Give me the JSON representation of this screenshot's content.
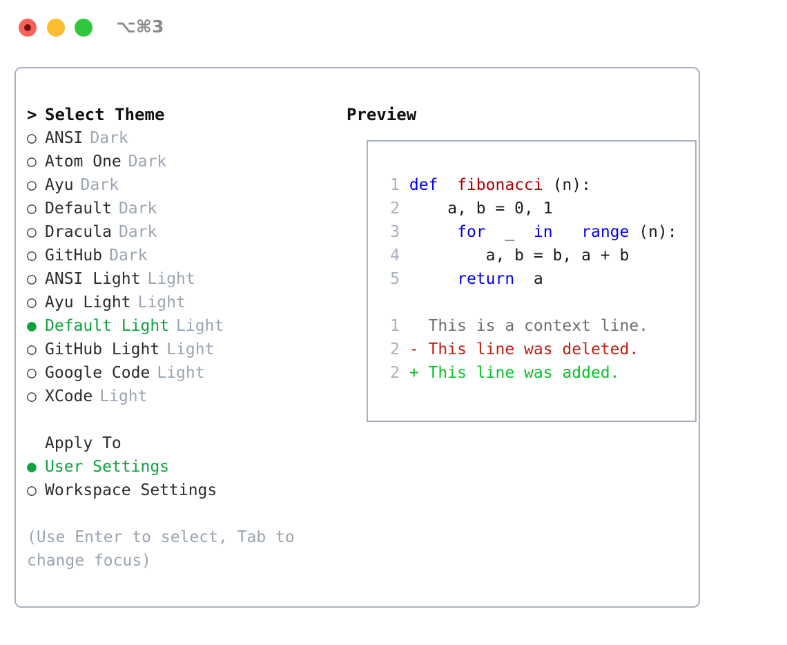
{
  "titlebar": {
    "shortcut": "⌥⌘3",
    "buttons": [
      {
        "name": "close",
        "color": "#fc6058"
      },
      {
        "name": "minimize",
        "color": "#fcbc2f"
      },
      {
        "name": "maximize",
        "color": "#2dc840"
      }
    ]
  },
  "theme_picker": {
    "header": "Select Theme",
    "caret": ">",
    "bullet_off": "○",
    "bullet_on": "●",
    "items": [
      {
        "name": "ANSI",
        "tag": "Dark",
        "selected": false
      },
      {
        "name": "Atom One",
        "tag": "Dark",
        "selected": false
      },
      {
        "name": "Ayu",
        "tag": "Dark",
        "selected": false
      },
      {
        "name": "Default",
        "tag": "Dark",
        "selected": false
      },
      {
        "name": "Dracula",
        "tag": "Dark",
        "selected": false
      },
      {
        "name": "GitHub",
        "tag": "Dark",
        "selected": false
      },
      {
        "name": "ANSI Light",
        "tag": "Light",
        "selected": false
      },
      {
        "name": "Ayu Light",
        "tag": "Light",
        "selected": false
      },
      {
        "name": "Default Light",
        "tag": "Light",
        "selected": true
      },
      {
        "name": "GitHub Light",
        "tag": "Light",
        "selected": false
      },
      {
        "name": "Google Code",
        "tag": "Light",
        "selected": false
      },
      {
        "name": "XCode",
        "tag": "Light",
        "selected": false
      }
    ]
  },
  "apply_to": {
    "label": "Apply To",
    "options": [
      {
        "name": "User Settings",
        "selected": true
      },
      {
        "name": "Workspace Settings",
        "selected": false
      }
    ]
  },
  "hint": "(Use Enter to select, Tab to change focus)",
  "preview": {
    "title": "Preview",
    "code_lines": [
      {
        "no": "1",
        "tokens": [
          {
            "t": "def ",
            "c": "kw"
          },
          {
            "t": "fibonacci",
            "c": "fn"
          },
          {
            "t": "(n):",
            "c": "plain"
          }
        ]
      },
      {
        "no": "2",
        "tokens": [
          {
            "t": "    a, b = 0, 1",
            "c": "plain"
          }
        ]
      },
      {
        "no": "3",
        "tokens": [
          {
            "t": "    ",
            "c": "plain"
          },
          {
            "t": "for",
            "c": "kw"
          },
          {
            "t": " _ ",
            "c": "plain"
          },
          {
            "t": "in",
            "c": "kw"
          },
          {
            "t": " ",
            "c": "plain"
          },
          {
            "t": "range",
            "c": "kw"
          },
          {
            "t": "(n):",
            "c": "plain"
          }
        ]
      },
      {
        "no": "4",
        "tokens": [
          {
            "t": "        a, b = b, a + b",
            "c": "plain"
          }
        ]
      },
      {
        "no": "5",
        "tokens": [
          {
            "t": "    ",
            "c": "plain"
          },
          {
            "t": "return",
            "c": "kw"
          },
          {
            "t": " a",
            "c": "plain"
          }
        ]
      }
    ],
    "diff_lines": [
      {
        "no": "1",
        "marker": " ",
        "text": "  This is a context line.",
        "kind": "ctx"
      },
      {
        "no": "2",
        "marker": "-",
        "text": "- This line was deleted.",
        "kind": "del"
      },
      {
        "no": "2",
        "marker": "+",
        "text": "+ This line was added.",
        "kind": "add"
      }
    ]
  },
  "colors": {
    "accent_green": "#0ba43c",
    "muted_gray": "#9ba4b2",
    "border": "#a7b0bd",
    "keyword_blue": "#0000ee",
    "function_red": "#a80000",
    "diff_add_green": "#0ac22a",
    "diff_del_red": "#c21d11"
  }
}
